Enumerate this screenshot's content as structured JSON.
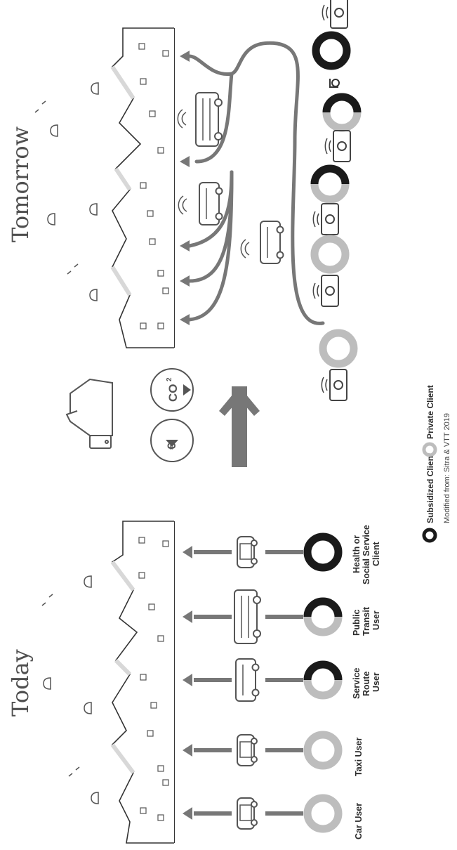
{
  "titles": {
    "today": "Today",
    "tomorrow": "Tomorrow"
  },
  "today_users": [
    {
      "label": "Car User",
      "type": "private"
    },
    {
      "label": "Taxi User",
      "type": "private"
    },
    {
      "label": "Service Route User",
      "type": "mixed"
    },
    {
      "label": "Public Transit User",
      "type": "mixed"
    },
    {
      "label": "Health or Social Service Client",
      "type": "subsidized"
    }
  ],
  "benefits": {
    "co2": "CO2",
    "co2_sub": "2",
    "cost": "€"
  },
  "legend": {
    "subsidized": "Subsidized Client",
    "private": "Private Client"
  },
  "credit": "Modified from: Sitra & VTT 2019",
  "colors": {
    "dark": "#1a1a1a",
    "mid": "#7a7a7a",
    "light": "#bdbdbd",
    "line": "#777777"
  }
}
